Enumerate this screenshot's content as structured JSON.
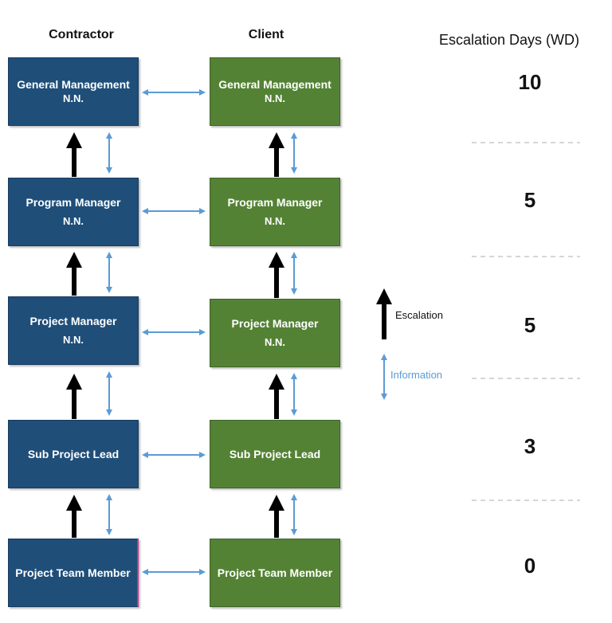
{
  "headers": {
    "contractor": "Contractor",
    "client": "Client",
    "escalation_days": "Escalation Days (WD)"
  },
  "levels": [
    {
      "contractor_title": "General Management",
      "contractor_sub": "N.N.",
      "client_title": "General Management",
      "client_sub": "N.N.",
      "days": "10"
    },
    {
      "contractor_title": "Program Manager",
      "contractor_sub": "N.N.",
      "client_title": "Program Manager",
      "client_sub": "N.N.",
      "days": "5"
    },
    {
      "contractor_title": "Project Manager",
      "contractor_sub": "N.N.",
      "client_title": "Project Manager",
      "client_sub": "N.N.",
      "days": "5"
    },
    {
      "contractor_title": "Sub Project Lead",
      "contractor_sub": "",
      "client_title": "Sub Project Lead",
      "client_sub": "",
      "days": "3"
    },
    {
      "contractor_title": "Project Team Member",
      "contractor_sub": "",
      "client_title": "Project Team Member",
      "client_sub": "",
      "days": "0"
    }
  ],
  "legend": {
    "escalation": "Escalation",
    "information": "Information"
  },
  "colors": {
    "contractor": "#1f4e79",
    "client": "#548235",
    "information_arrow": "#5b9bd5",
    "escalation_arrow": "#000000",
    "divider": "#c8c8c8"
  }
}
